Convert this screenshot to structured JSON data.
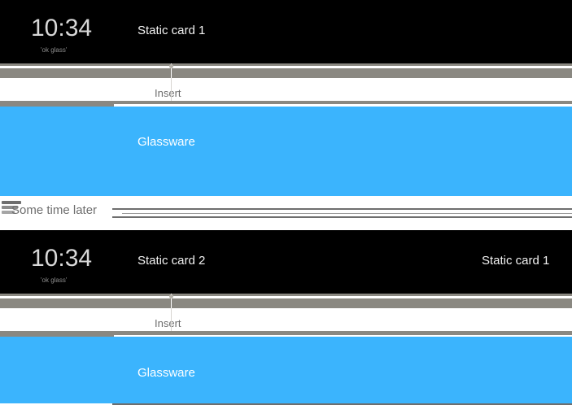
{
  "meta": {
    "accent_blue": "#3bb4fd",
    "divider_grey": "#8a8881",
    "card_black": "#000000",
    "text_grey": "#6e6e6e"
  },
  "sections": [
    {
      "id": "timeline-1",
      "clock": "10:34",
      "voice_prompt": "'ok glass'",
      "cards": [
        {
          "label": "Static card 1",
          "position": "center"
        }
      ],
      "insert_label": "Insert",
      "glassware_label": "Glassware"
    },
    {
      "id": "timeline-2",
      "clock": "10:34",
      "voice_prompt": "'ok glass'",
      "cards": [
        {
          "label": "Static card 2",
          "position": "center"
        },
        {
          "label": "Static card 1",
          "position": "right"
        }
      ],
      "insert_label": "Insert",
      "glassware_label": "Glassware"
    }
  ],
  "separator": {
    "label": "Some time later",
    "icon": "stack-icon"
  }
}
